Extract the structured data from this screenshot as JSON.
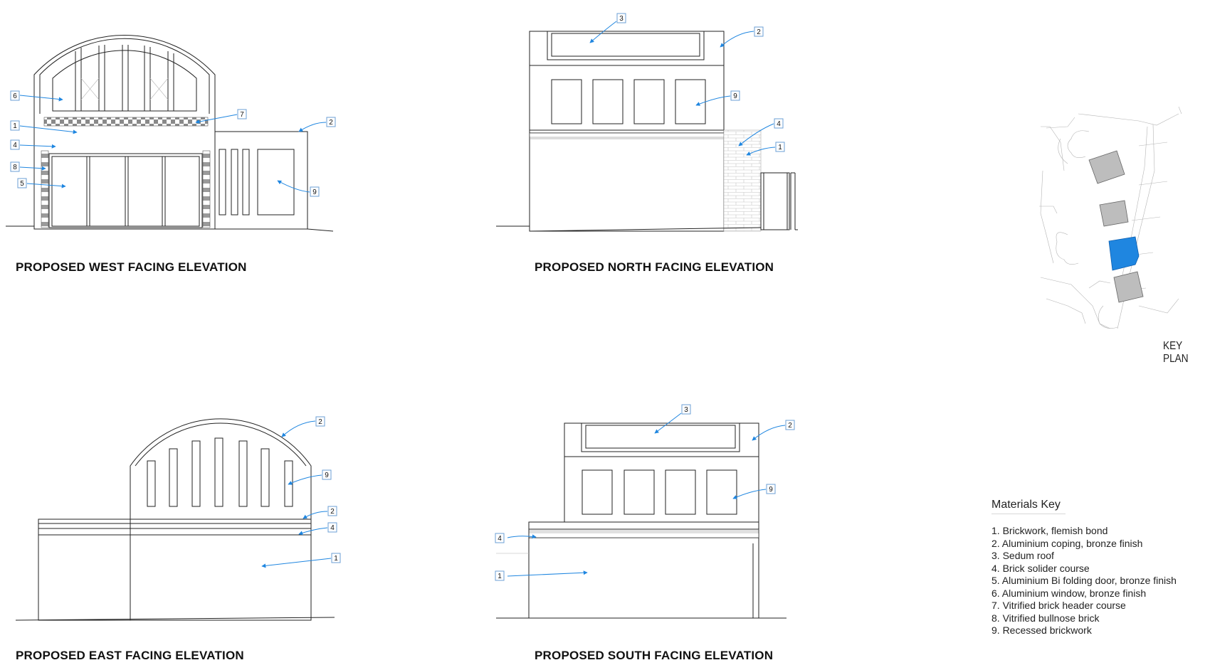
{
  "elevations": [
    {
      "id": "west",
      "title": "PROPOSED WEST FACING ELEVATION",
      "callouts": [
        "6",
        "7",
        "1",
        "2",
        "4",
        "8",
        "5",
        "9"
      ]
    },
    {
      "id": "north",
      "title": "PROPOSED NORTH FACING ELEVATION",
      "callouts": [
        "3",
        "2",
        "9",
        "4",
        "1"
      ]
    },
    {
      "id": "east",
      "title": "PROPOSED EAST FACING ELEVATION",
      "callouts": [
        "2",
        "9",
        "2",
        "4",
        "1"
      ]
    },
    {
      "id": "south",
      "title": "PROPOSED SOUTH FACING ELEVATION",
      "callouts": [
        "3",
        "2",
        "9",
        "4",
        "1"
      ]
    }
  ],
  "key_plan": {
    "label": "KEY PLAN",
    "highlight_color": "#1f86e0",
    "block_color": "#bdbdbd"
  },
  "materials_key": {
    "title": "Materials Key",
    "items": [
      "1. Brickwork, flemish bond",
      "2. Aluminium coping, bronze finish",
      "3. Sedum roof",
      "4. Brick solider course",
      "5. Aluminium Bi folding door, bronze finish",
      "6. Aluminium window, bronze finish",
      "7. Vitrified brick header course",
      "8. Vitrified bullnose brick",
      "9. Recessed brickwork"
    ]
  },
  "colors": {
    "callout": "#1f86e0",
    "line": "#222222",
    "brick": "#b5b5b5"
  }
}
